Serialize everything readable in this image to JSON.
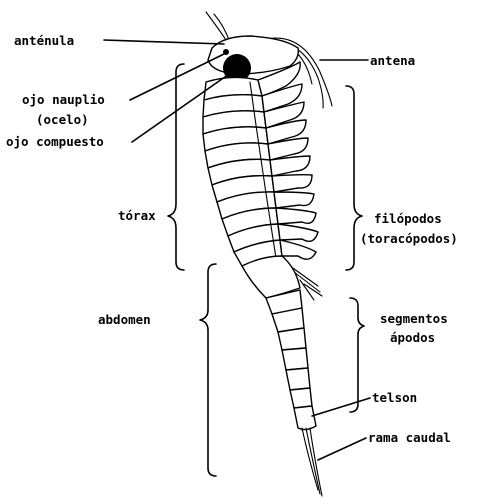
{
  "labels": {
    "antenula": "anténula",
    "antena": "antena",
    "ojo_nauplio": "ojo nauplio",
    "ocelo": "(ocelo)",
    "ojo_compuesto": "ojo compuesto",
    "torax": "tórax",
    "filopodos": "filópodos",
    "toracopodos": "(toracópodos)",
    "abdomen": "abdomen",
    "segmentos": "segmentos",
    "apodos": "ápodos",
    "telson": "telson",
    "rama_caudal": "rama caudal"
  }
}
